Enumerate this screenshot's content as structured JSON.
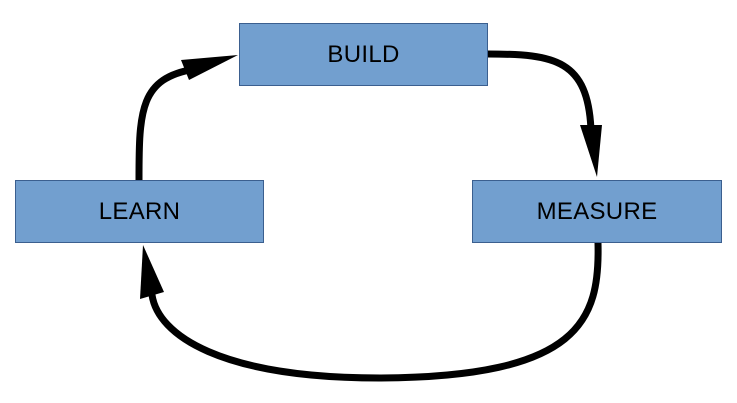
{
  "diagram": {
    "type": "cycle",
    "colors": {
      "node_fill": "#729fcf",
      "arrow": "#000000"
    },
    "nodes": [
      {
        "id": "build",
        "label": "BUILD"
      },
      {
        "id": "measure",
        "label": "MEASURE"
      },
      {
        "id": "learn",
        "label": "LEARN"
      }
    ],
    "edges": [
      {
        "from": "build",
        "to": "measure"
      },
      {
        "from": "measure",
        "to": "learn"
      },
      {
        "from": "learn",
        "to": "build"
      }
    ]
  }
}
